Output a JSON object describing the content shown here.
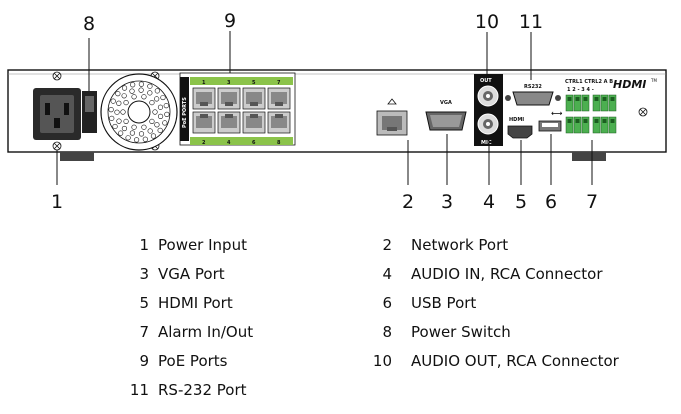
{
  "panel_labels": {
    "poe_vertical": "PoE PORTS",
    "vga": "VGA",
    "audio_out": "OUT",
    "mic": "MIC",
    "rs232": "RS232",
    "hdmi_small": "HDMI",
    "hdmi_logo": "HDMI",
    "alarm_header": "CTRL1 CTRL2  A  B",
    "alarm_top_numbers": "1   2  -  3  4  -",
    "poe_top_numbers": [
      "1",
      "3",
      "5",
      "7"
    ],
    "poe_bottom_numbers": [
      "2",
      "4",
      "6",
      "8"
    ]
  },
  "callouts": [
    "1",
    "2",
    "3",
    "4",
    "5",
    "6",
    "7",
    "8",
    "9",
    "10",
    "11"
  ],
  "legend": [
    {
      "num": "1",
      "label": "Power Input"
    },
    {
      "num": "2",
      "label": "Network Port"
    },
    {
      "num": "3",
      "label": "VGA Port"
    },
    {
      "num": "4",
      "label": "AUDIO IN, RCA Connector"
    },
    {
      "num": "5",
      "label": "HDMI Port"
    },
    {
      "num": "6",
      "label": "USB Port"
    },
    {
      "num": "7",
      "label": "Alarm In/Out"
    },
    {
      "num": "8",
      "label": "Power Switch"
    },
    {
      "num": "9",
      "label": "PoE Ports"
    },
    {
      "num": "10",
      "label": "AUDIO OUT, RCA Connector"
    },
    {
      "num": "11",
      "label": "RS-232 Port"
    }
  ]
}
